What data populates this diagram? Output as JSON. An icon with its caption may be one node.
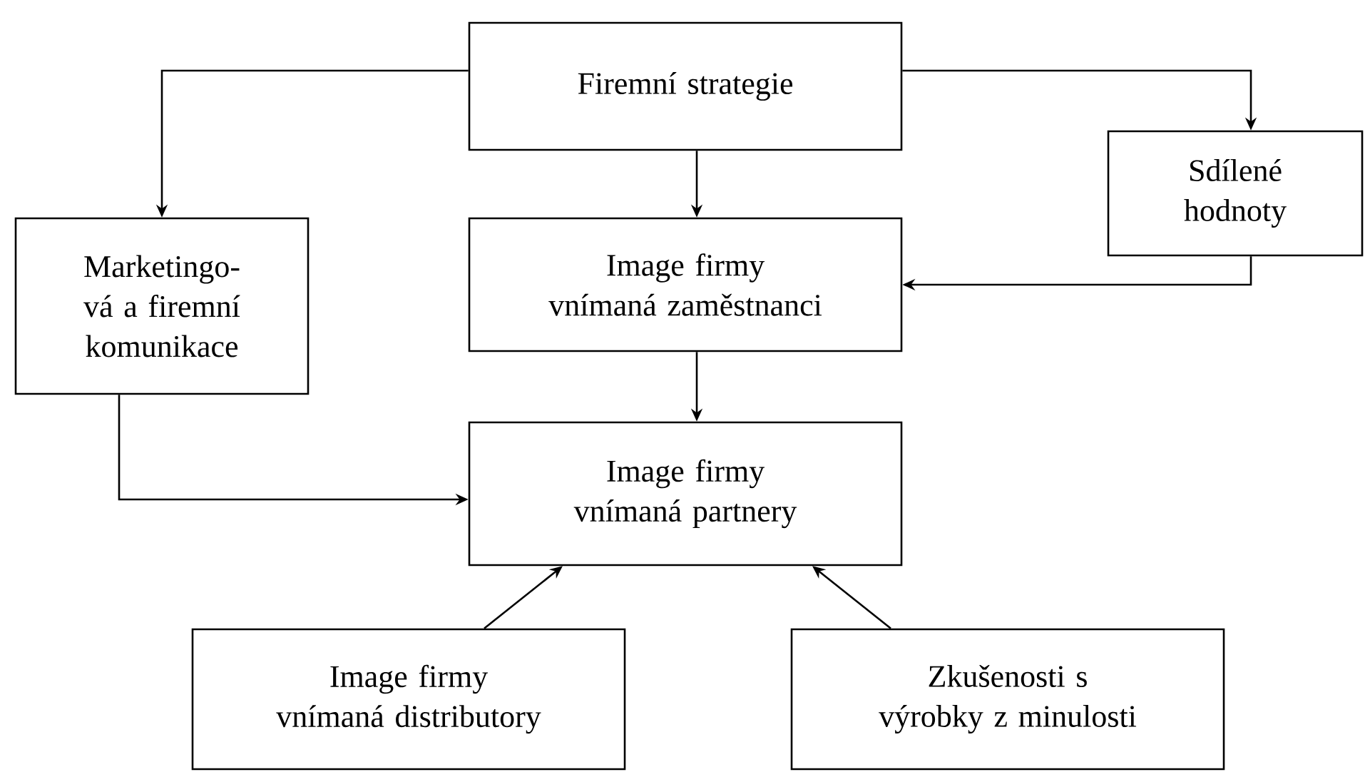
{
  "diagram": {
    "nodes": [
      {
        "text": [
          "Firemní strategie"
        ]
      },
      {
        "text": [
          "Marketingo-vá a firemní komunikace"
        ]
      },
      {
        "text": [
          "Image firmy vnímaná zaměstnanci"
        ]
      },
      {
        "text": [
          "Sdílené hodnoty"
        ]
      },
      {
        "text": [
          "Image firmy vnímaná partnery"
        ]
      },
      {
        "text": [
          "Image firmy vnímaná distributory"
        ]
      },
      {
        "text": [
          "Zkušenosti s výrobky z minulosti"
        ]
      }
    ],
    "edges": [
      {
        "from": 0,
        "to": 1,
        "arrow": "to"
      },
      {
        "from": 0,
        "to": 2,
        "arrow": "to"
      },
      {
        "from": 0,
        "to": 3,
        "arrow": "to"
      },
      {
        "from": 3,
        "to": 2,
        "arrow": "to"
      },
      {
        "from": 2,
        "to": 4,
        "arrow": "to"
      },
      {
        "from": 1,
        "to": 4,
        "arrow": "to"
      },
      {
        "from": 5,
        "to": 4,
        "arrow": "to"
      },
      {
        "from": 6,
        "to": 4,
        "arrow": "to"
      }
    ]
  }
}
